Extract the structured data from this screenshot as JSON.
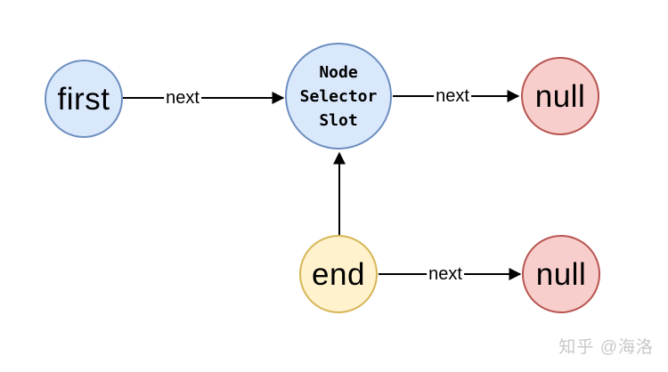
{
  "nodes": {
    "first": {
      "label": "first"
    },
    "selector": {
      "line1": "Node",
      "line2": "Selector",
      "line3": "Slot"
    },
    "null_top": {
      "label": "null"
    },
    "end": {
      "label": "end"
    },
    "null_bottom": {
      "label": "null"
    }
  },
  "edges": {
    "first_to_selector": {
      "label": "next"
    },
    "selector_to_null_top": {
      "label": "next"
    },
    "end_to_selector": {
      "label": ""
    },
    "end_to_null_bottom": {
      "label": "next"
    }
  },
  "watermark": {
    "text": "知乎 @海洛"
  },
  "colors": {
    "blue-fill": "#dae8fc",
    "blue-stroke": "#6c8ebf",
    "red-fill": "#f8cecc",
    "red-stroke": "#b85450",
    "yellow-fill": "#fff2cc",
    "yellow-stroke": "#d6b656",
    "edge": "#000000",
    "watermark": "#c8c8c8"
  }
}
